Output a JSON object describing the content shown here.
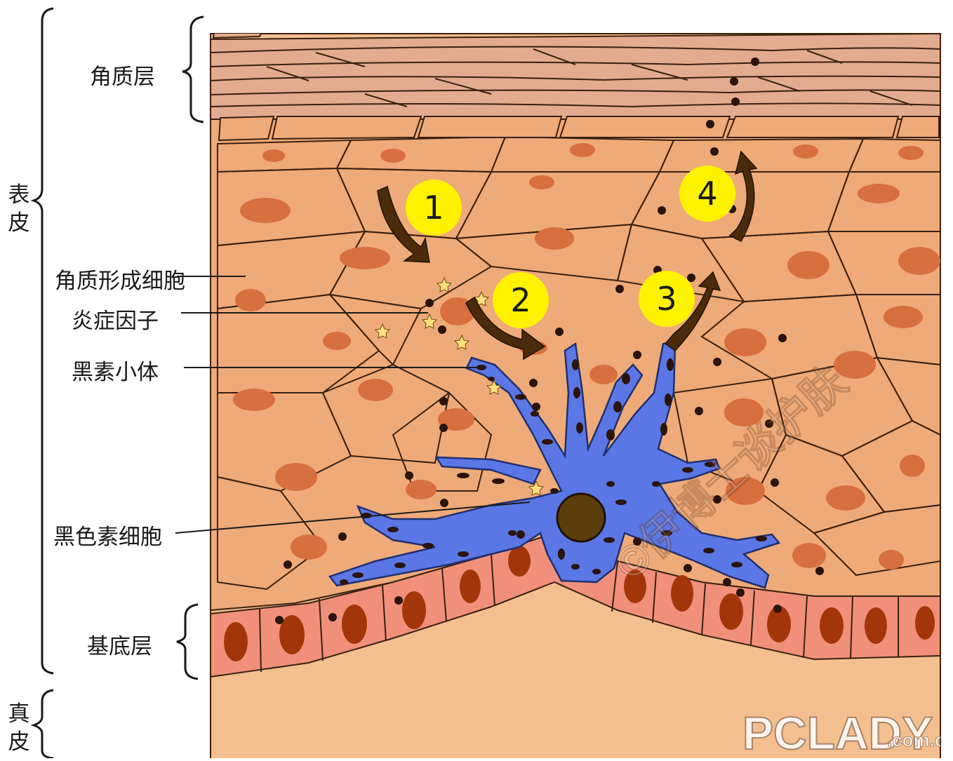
{
  "labels": {
    "epidermis": "表皮",
    "dermis": "真皮",
    "stratum_corneum": "角质层",
    "keratinocyte": "角质形成细胞",
    "inflammatory_factor": "炎症因子",
    "melanosome": "黑素小体",
    "melanocyte": "黑色素细胞",
    "basal_layer": "基底层"
  },
  "steps": [
    "1",
    "2",
    "3",
    "4"
  ],
  "watermark": {
    "brand": "PCLADY",
    "domain": ".com.cn",
    "copyright": "©伊博士谈护肤"
  },
  "colors": {
    "corneum": "#e3ab90",
    "epidermis_cell": "#eeaa78",
    "nucleus": "#d86f3e",
    "basal_cell": "#f0907a",
    "basal_nucleus": "#a33608",
    "melanocyte": "#5b77e6",
    "melanosome": "#2a140c",
    "step_badge": "#fff200",
    "arrow": "#4a2c0c",
    "dermis": "#f4bf8f"
  }
}
